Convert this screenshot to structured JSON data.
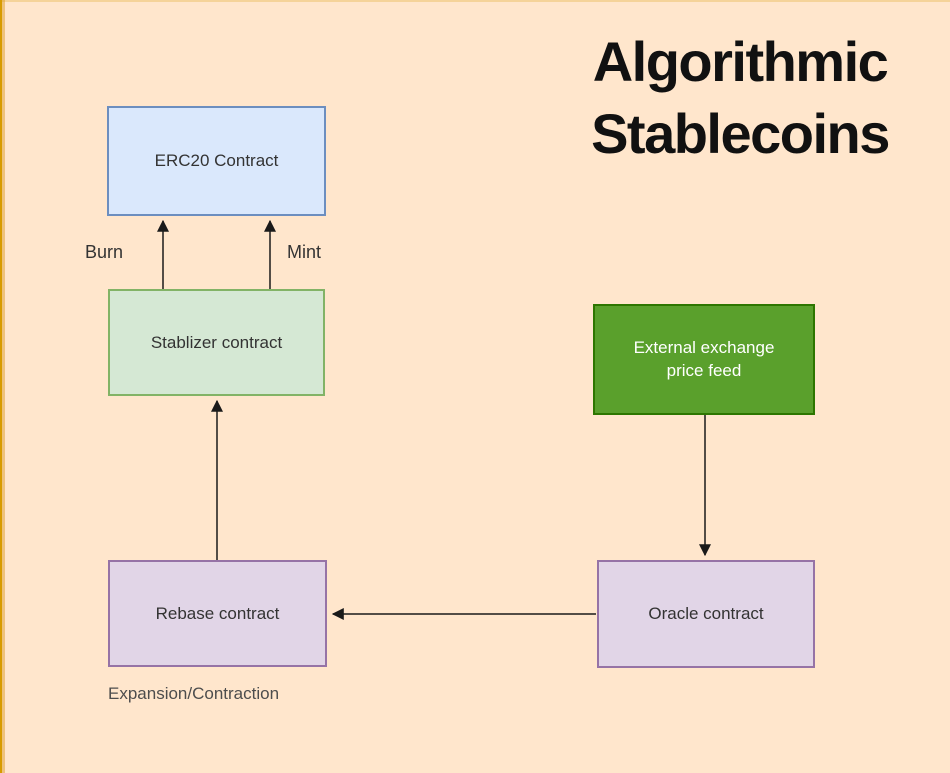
{
  "title": {
    "line1": "Algorithmic",
    "line2": "Stablecoins",
    "color": "#111111"
  },
  "diagram": {
    "nodes": {
      "erc20": {
        "label": "ERC20 Contract",
        "fill": "#dae8fc",
        "stroke": "#6c8ebf",
        "text_color": "#333333"
      },
      "stablizer": {
        "label": "Stablizer contract",
        "fill": "#d5e8d4",
        "stroke": "#82b366",
        "text_color": "#333333"
      },
      "price_feed": {
        "label": "External exchange price feed",
        "fill": "#5aa02c",
        "stroke": "#2d7600",
        "text_color": "#ffffff"
      },
      "rebase": {
        "label": "Rebase contract",
        "fill": "#e1d5e7",
        "stroke": "#9673a6",
        "text_color": "#333333"
      },
      "oracle": {
        "label": "Oracle contract",
        "fill": "#e1d5e7",
        "stroke": "#9673a6",
        "text_color": "#333333"
      }
    },
    "edge_labels": {
      "burn": "Burn",
      "mint": "Mint",
      "expansion_contraction": "Expansion/Contraction"
    },
    "edges": [
      {
        "from": "stablizer",
        "to": "erc20",
        "label": "Burn"
      },
      {
        "from": "stablizer",
        "to": "erc20",
        "label": "Mint"
      },
      {
        "from": "rebase",
        "to": "stablizer",
        "label": ""
      },
      {
        "from": "price_feed",
        "to": "oracle",
        "label": ""
      },
      {
        "from": "oracle",
        "to": "rebase",
        "label": ""
      }
    ],
    "colors": {
      "background": "#ffe6cc",
      "frame": "#d79b00",
      "arrow": "#1a1a1a"
    }
  }
}
